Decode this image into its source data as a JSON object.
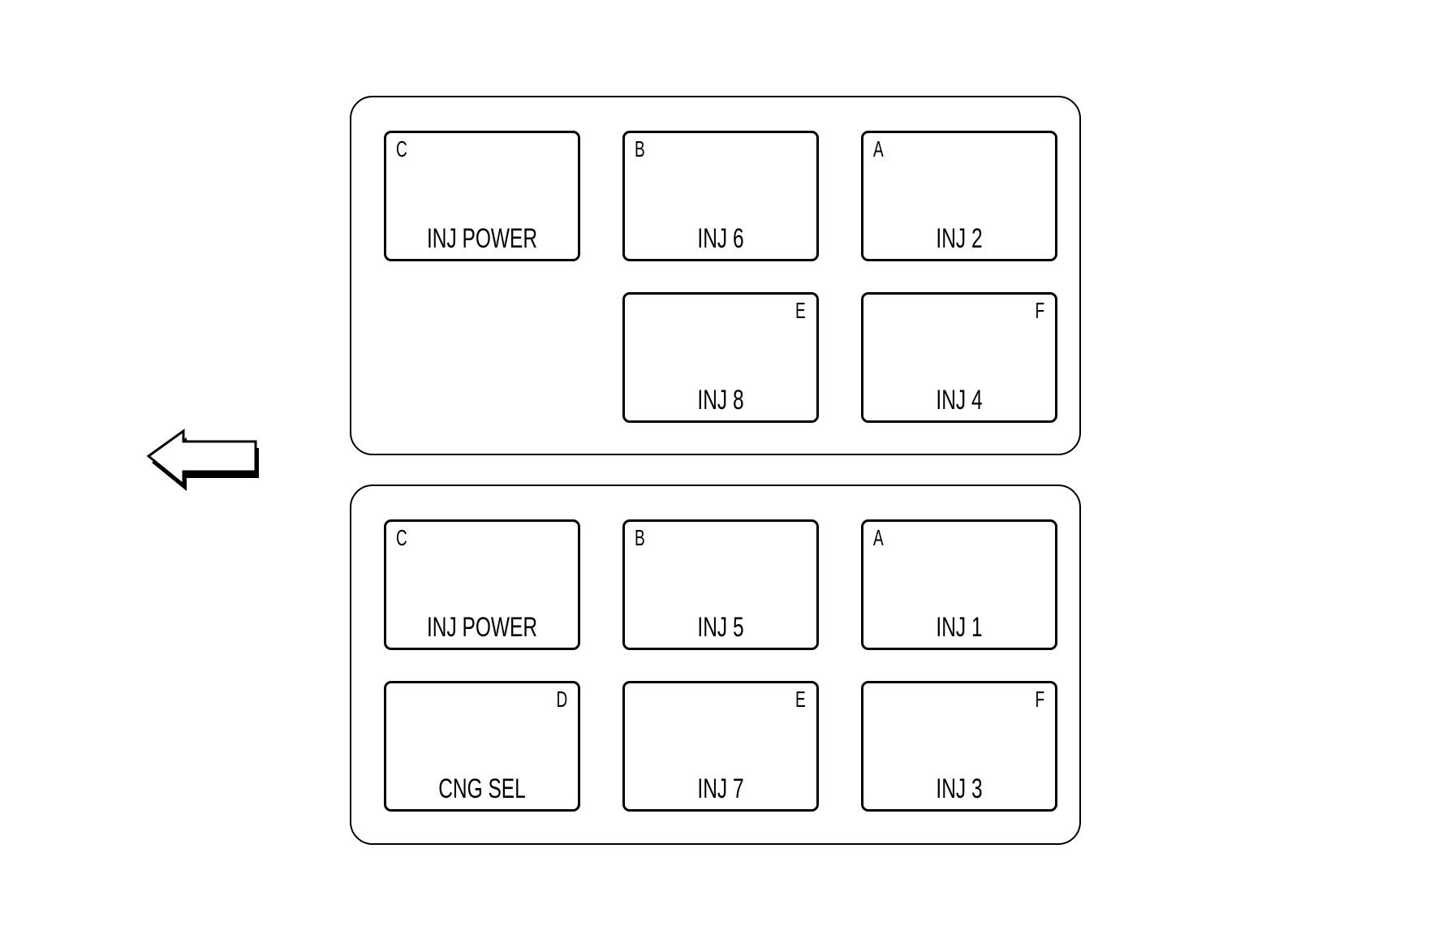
{
  "diagram": {
    "background_color": "#ffffff",
    "line_color": "#000000",
    "arrow": {
      "direction": "left"
    },
    "panels": [
      {
        "id": "top-connector",
        "cells": [
          {
            "letter": "C",
            "label": "INJ POWER"
          },
          {
            "letter": "B",
            "label": "INJ 6"
          },
          {
            "letter": "A",
            "label": "INJ 2"
          },
          {
            "letter": "E",
            "label": "INJ 8"
          },
          {
            "letter": "F",
            "label": "INJ 4"
          }
        ]
      },
      {
        "id": "bottom-connector",
        "cells": [
          {
            "letter": "C",
            "label": "INJ POWER"
          },
          {
            "letter": "B",
            "label": "INJ 5"
          },
          {
            "letter": "A",
            "label": "INJ 1"
          },
          {
            "letter": "D",
            "label": "CNG SEL"
          },
          {
            "letter": "E",
            "label": "INJ 7"
          },
          {
            "letter": "F",
            "label": "INJ 3"
          }
        ]
      }
    ]
  }
}
